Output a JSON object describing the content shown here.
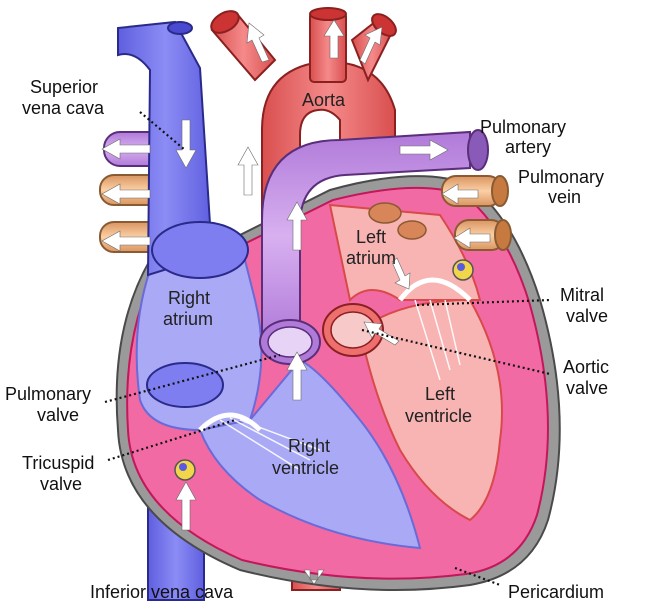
{
  "labels": {
    "superior_vena_cava": [
      "Superior",
      "vena  cava"
    ],
    "aorta": "Aorta",
    "pulmonary_artery": [
      "Pulmonary",
      "artery"
    ],
    "pulmonary_vein": [
      "Pulmonary",
      "vein"
    ],
    "left_atrium": [
      "Left",
      "atrium"
    ],
    "right_atrium": [
      "Right",
      "atrium"
    ],
    "mitral_valve": [
      "Mitral",
      "valve"
    ],
    "aortic_valve": [
      "Aortic",
      "valve"
    ],
    "pulmonary_valve": [
      "Pulmonary",
      "valve"
    ],
    "tricuspid_valve": [
      "Tricuspid",
      "valve"
    ],
    "left_ventricle": [
      "Left",
      "ventricle"
    ],
    "right_ventricle": [
      "Right",
      "ventricle"
    ],
    "inferior_vena_cava": "Inferior vena cava",
    "pericardium": "Pericardium"
  },
  "colors": {
    "vena_blue": "#7b7bf2",
    "aorta_red": "#ef6f6f",
    "pulmonary_purple": "#c79be6",
    "pulmonary_vein_tan": "#f2b98a",
    "myocardium_pink": "#f26aa3",
    "right_chamber": "#a9a9f5",
    "left_chamber": "#f8b3b3",
    "pericardium_gray": "#9a9a9a"
  }
}
